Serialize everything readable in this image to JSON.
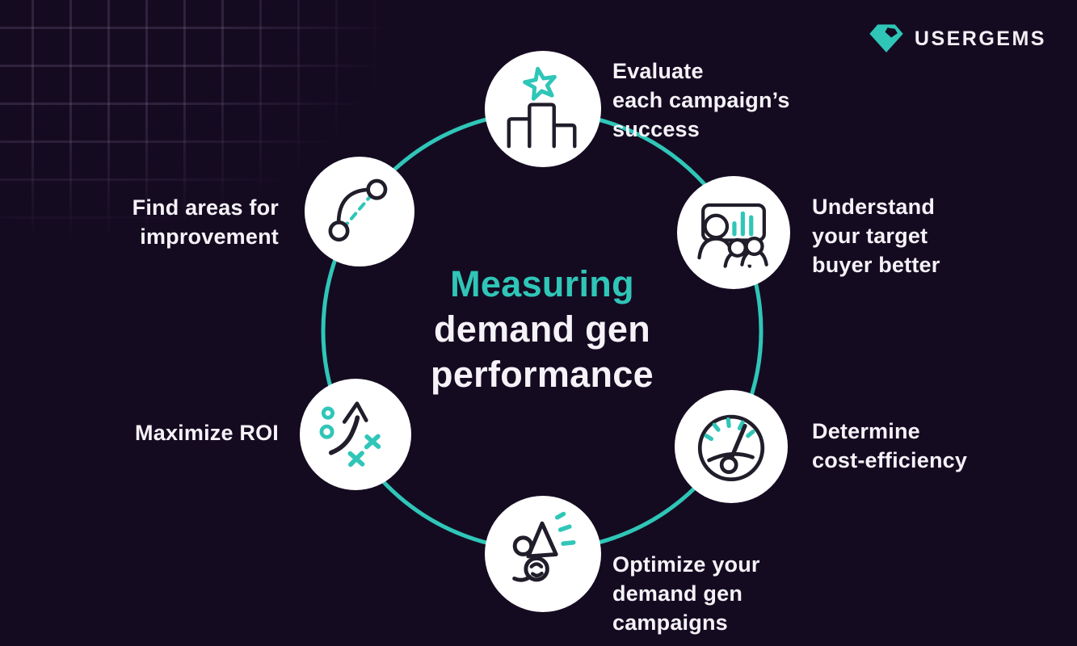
{
  "colors": {
    "background": "#150b21",
    "accent": "#2fc6b8",
    "icon_stroke": "#211d2a",
    "text": "#f5f2f8",
    "node_fill": "#ffffff"
  },
  "logo": {
    "brand": "USERGEMS",
    "icon": "gem-icon"
  },
  "title": {
    "line1": "Measuring",
    "line2": "demand gen",
    "line3": "performance"
  },
  "cycle": {
    "items": [
      {
        "id": "evaluate",
        "position": "top",
        "icon": "podium-star-icon",
        "label": "Evaluate\neach campaign’s\nsuccess"
      },
      {
        "id": "understand",
        "position": "top-right",
        "icon": "audience-presentation-icon",
        "label": "Understand\nyour target\nbuyer better"
      },
      {
        "id": "determine",
        "position": "bottom-right",
        "icon": "gauge-icon",
        "label": "Determine\ncost-efficiency"
      },
      {
        "id": "optimize",
        "position": "bottom",
        "icon": "megaphone-icon",
        "label": "Optimize your\ndemand gen\ncampaigns"
      },
      {
        "id": "maximize",
        "position": "bottom-left",
        "icon": "strategy-arrow-icon",
        "label": "Maximize ROI"
      },
      {
        "id": "find",
        "position": "top-left",
        "icon": "path-improvement-icon",
        "label": "Find areas for\nimprovement"
      }
    ]
  }
}
